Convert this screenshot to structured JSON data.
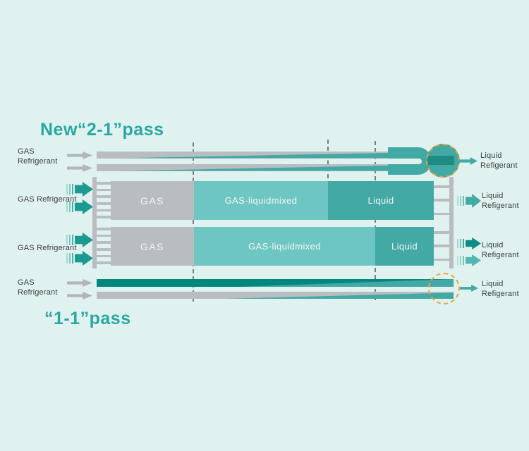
{
  "colors": {
    "bg": "#e0f2ef",
    "gray": "#b9bcc0",
    "gray_arrow": "#b2b6ba",
    "teal_title": "#2aa7a2",
    "teal_light": "#6ec6c2",
    "teal_mid": "#42a9a4",
    "teal_dark": "#00887d",
    "teal_deep": "#1e8c85",
    "teal_arrow": "#1b9a92",
    "teal_arrow_dark": "#0d8d84",
    "teal_arrow_light": "#54b6b0",
    "orange": "#eda23d",
    "line": "#53585c",
    "text": "#3a3d3f"
  },
  "titles": {
    "new_pass": "New“2-1”pass",
    "old_pass": "“1-1”pass"
  },
  "rows": {
    "tubes_top": {
      "left_label": [
        "GAS",
        "Refrigerant"
      ],
      "right_label": [
        "Liquid",
        "Refigerant"
      ]
    },
    "hx_top": {
      "left_label": "GAS Refrigerant",
      "right_label": [
        "Liquid",
        "Refigerant"
      ],
      "sections": [
        "GAS",
        "GAS-liquidmixed",
        "Liquid"
      ]
    },
    "hx_bottom": {
      "left_label": "GAS Refrigerant",
      "right_label": [
        "Liquid",
        "Refigerant"
      ],
      "sections": [
        "GAS",
        "GAS-liquidmixed",
        "Liquid"
      ]
    },
    "tubes_bottom": {
      "left_label": [
        "GAS",
        "Refrigerant"
      ],
      "right_label": [
        "Liquid",
        "Refigerant"
      ]
    }
  }
}
